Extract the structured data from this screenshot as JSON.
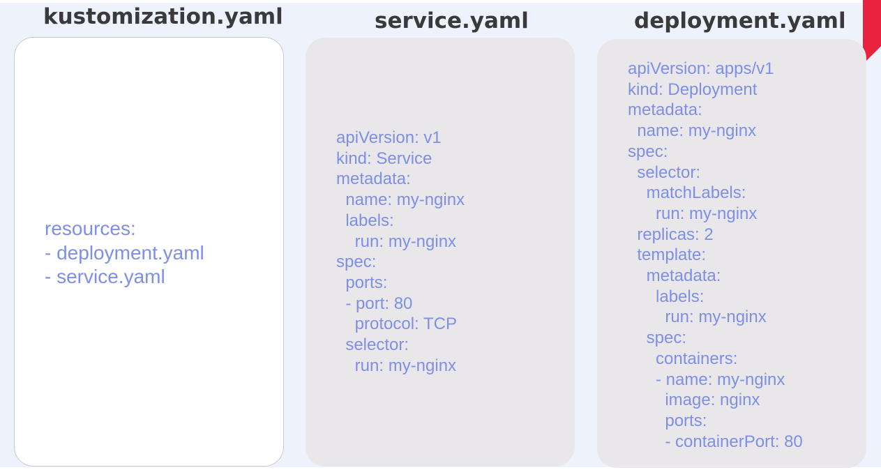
{
  "titles": {
    "kustomization": "kustomization.yaml",
    "service": "service.yaml",
    "deployment": "deployment.yaml"
  },
  "files": {
    "kustomization": "resources:\n- deployment.yaml\n- service.yaml",
    "service": "apiVersion: v1\nkind: Service\nmetadata:\n  name: my-nginx\n  labels:\n    run: my-nginx\nspec:\n  ports:\n  - port: 80\n    protocol: TCP\n  selector:\n    run: my-nginx",
    "deployment": "apiVersion: apps/v1\nkind: Deployment\nmetadata:\n  name: my-nginx\nspec:\n  selector:\n    matchLabels:\n      run: my-nginx\n  replicas: 2\n  template:\n    metadata:\n      labels:\n        run: my-nginx\n    spec:\n      containers:\n      - name: my-nginx\n        image: nginx\n        ports:\n        - containerPort: 80"
  },
  "colors": {
    "background": "#eef2fd",
    "code_text": "#7d8fe6",
    "title_text": "#3a3a3a",
    "panel_gray": "#e9e7ea",
    "accent": "#e8223f"
  }
}
